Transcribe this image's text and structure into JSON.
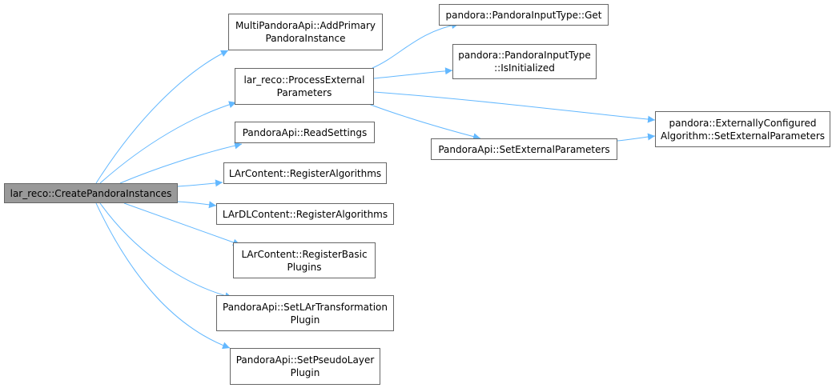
{
  "diagram": {
    "edge_color": "#63b8ff",
    "root_fill": "#999999",
    "nodes": {
      "create": {
        "lines": [
          "lar_reco::CreatePandoraInstances"
        ]
      },
      "addPrimary": {
        "lines": [
          "MultiPandoraApi::AddPrimary",
          "PandoraInstance"
        ]
      },
      "processExt": {
        "lines": [
          "lar_reco::ProcessExternal",
          "Parameters"
        ]
      },
      "readSettings": {
        "lines": [
          "PandoraApi::ReadSettings"
        ]
      },
      "larRegAlg": {
        "lines": [
          "LArContent::RegisterAlgorithms"
        ]
      },
      "larDLRegAlg": {
        "lines": [
          "LArDLContent::RegisterAlgorithms"
        ]
      },
      "larRegBasic": {
        "lines": [
          "LArContent::RegisterBasic",
          "Plugins"
        ]
      },
      "setLArTrans": {
        "lines": [
          "PandoraApi::SetLArTransformation",
          "Plugin"
        ]
      },
      "setPseudo": {
        "lines": [
          "PandoraApi::SetPseudoLayer",
          "Plugin"
        ]
      },
      "inputGet": {
        "lines": [
          "pandora::PandoraInputType::Get"
        ]
      },
      "inputInit": {
        "lines": [
          "pandora::PandoraInputType",
          "::IsInitialized"
        ]
      },
      "setExtParams": {
        "lines": [
          "PandoraApi::SetExternalParameters"
        ]
      },
      "extConfAlg": {
        "lines": [
          "pandora::ExternallyConfigured",
          "Algorithm::SetExternalParameters"
        ]
      }
    },
    "edges": [
      [
        "create",
        "addPrimary"
      ],
      [
        "create",
        "processExt"
      ],
      [
        "create",
        "readSettings"
      ],
      [
        "create",
        "larRegAlg"
      ],
      [
        "create",
        "larDLRegAlg"
      ],
      [
        "create",
        "larRegBasic"
      ],
      [
        "create",
        "setLArTrans"
      ],
      [
        "create",
        "setPseudo"
      ],
      [
        "processExt",
        "inputGet"
      ],
      [
        "processExt",
        "inputInit"
      ],
      [
        "processExt",
        "extConfAlg"
      ],
      [
        "processExt",
        "setExtParams"
      ],
      [
        "setExtParams",
        "extConfAlg"
      ]
    ]
  }
}
